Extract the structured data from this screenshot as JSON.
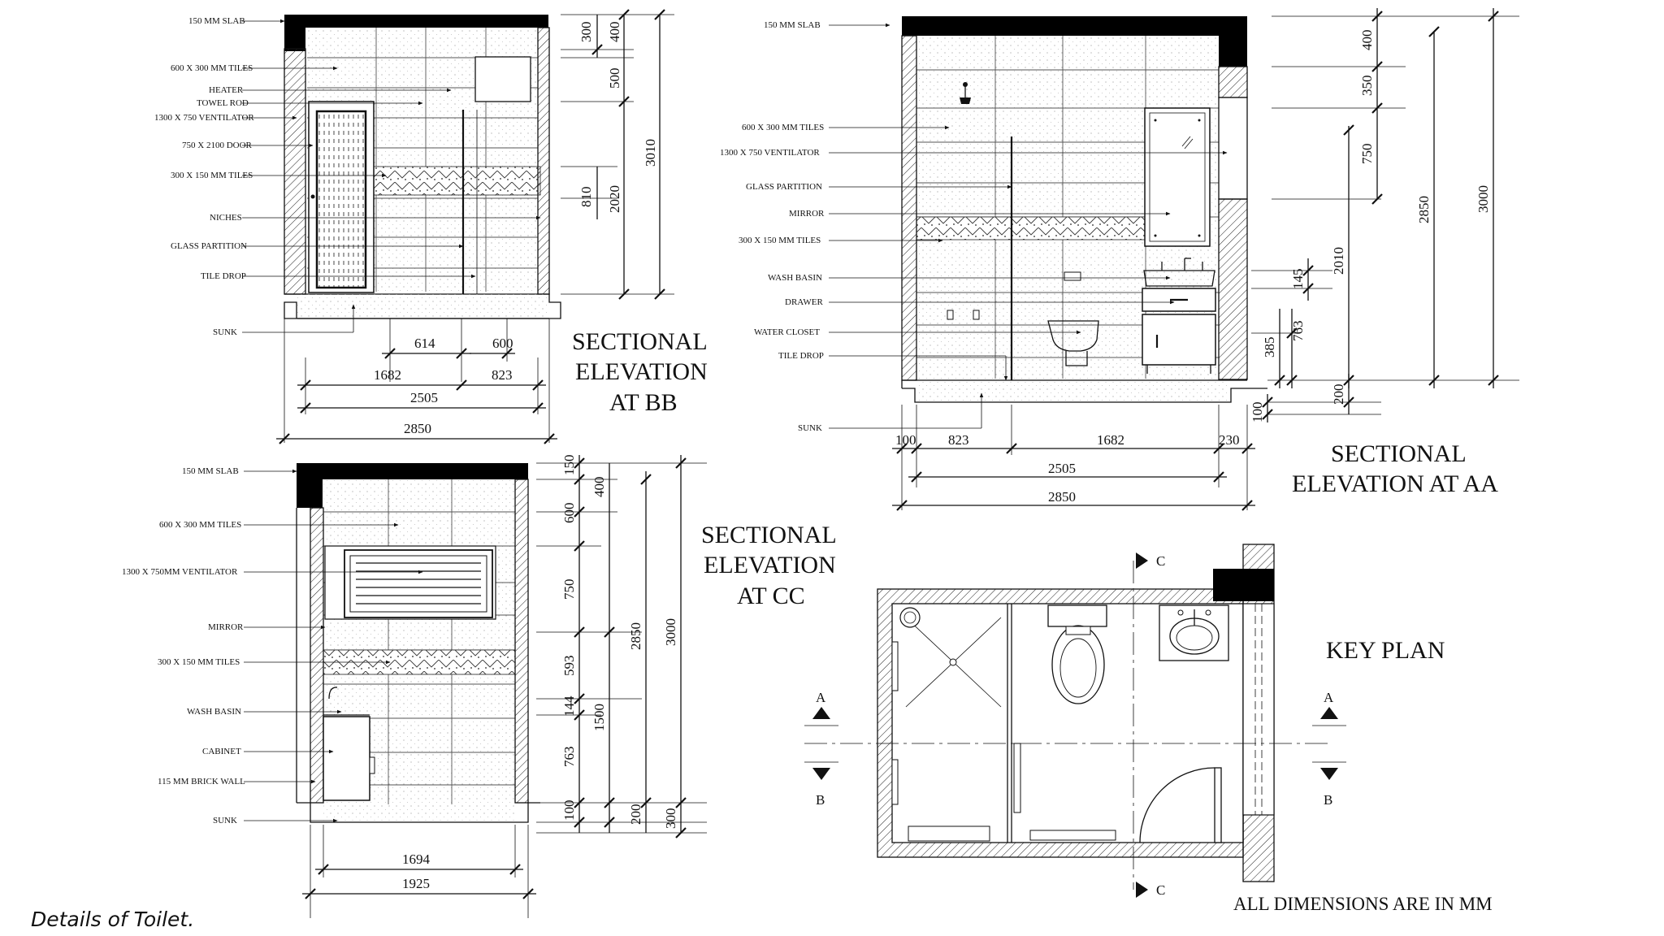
{
  "caption": "Details of Toilet.",
  "note": "ALL DIMENSIONS ARE IN MM",
  "section_bb": {
    "title": [
      "SECTIONAL",
      "ELEVATION",
      "AT BB"
    ],
    "labels": [
      "150 MM SLAB",
      "600 X 300 MM TILES",
      "HEATER",
      "TOWEL ROD",
      "1300 X 750 VENTILATOR",
      "750 X 2100 DOOR",
      "300 X 150 MM TILES",
      "NICHES",
      "GLASS PARTITION",
      "TILE DROP",
      "SUNK"
    ],
    "dims_v": [
      "300",
      "400",
      "500",
      "3010",
      "810",
      "2020"
    ],
    "dims_h": [
      "614",
      "600",
      "1682",
      "823",
      "2505",
      "2850"
    ]
  },
  "section_aa": {
    "title": [
      "SECTIONAL",
      "ELEVATION AT AA"
    ],
    "labels": [
      "150 MM SLAB",
      "600 X 300 MM TILES",
      "1300 X 750 VENTILATOR",
      "GLASS PARTITION",
      "MIRROR",
      "300 X 150 MM TILES",
      "WASH BASIN",
      "DRAWER",
      "WATER CLOSET",
      "TILE DROP",
      "SUNK"
    ],
    "dims_v": [
      "400",
      "350",
      "750",
      "2850",
      "3000",
      "2010",
      "145",
      "763",
      "385",
      "200",
      "100"
    ],
    "dims_h": [
      "100",
      "823",
      "1682",
      "230",
      "2505",
      "2850"
    ]
  },
  "section_cc": {
    "title": [
      "SECTIONAL",
      "ELEVATION",
      "AT CC"
    ],
    "labels": [
      "150 MM SLAB",
      "600 X 300 MM TILES",
      "1300 X 750MM VENTILATOR",
      "MIRROR",
      "300 X 150 MM TILES",
      "WASH BASIN",
      "CABINET",
      "115 MM BRICK WALL",
      "SUNK"
    ],
    "dims_v": [
      "150",
      "400",
      "600",
      "750",
      "593",
      "144",
      "763",
      "100",
      "1500",
      "200",
      "2850",
      "300",
      "3000"
    ],
    "dims_h": [
      "1694",
      "1925"
    ]
  },
  "key_plan": {
    "title": "KEY PLAN",
    "markers": [
      "A",
      "B",
      "A",
      "B",
      "C",
      "C"
    ]
  }
}
